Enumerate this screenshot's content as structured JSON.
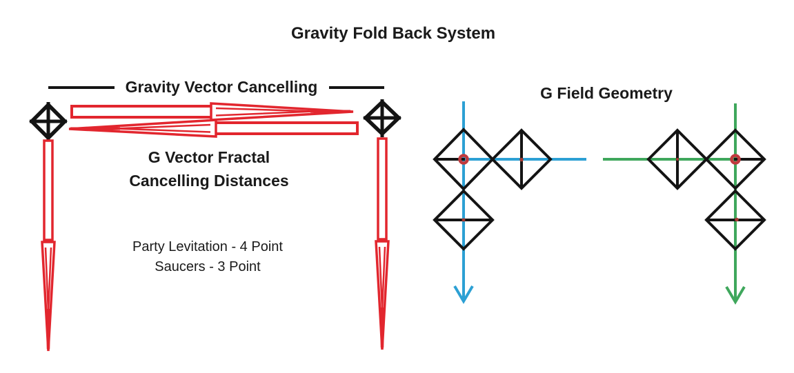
{
  "title": "Gravity Fold Back System",
  "left_panel": {
    "header": "Gravity Vector Cancelling",
    "subtitle": {
      "line1": "G Vector Fractal",
      "line2": "Cancelling Distances"
    },
    "note": {
      "line1": "Party Levitation - 4 Point",
      "line2": "Saucers - 3 Point"
    }
  },
  "right_panel": {
    "header": "G Field Geometry"
  },
  "colors": {
    "arrow_red": "#e2262e",
    "field_blue": "#2ca0d4",
    "field_green": "#3fa75c",
    "shape_black": "#141414",
    "marker_ring_red": "#bf3a3e",
    "marker_dot_red": "#a63a32"
  }
}
